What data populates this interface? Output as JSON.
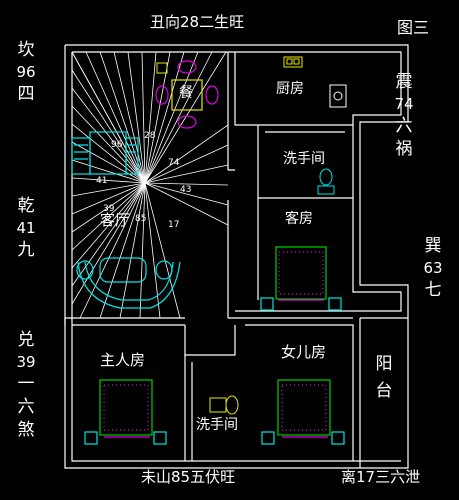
{
  "header": {
    "top_text": "丑向28二生旺",
    "figure_label": "图三"
  },
  "footer": {
    "bottom_left_text": "未山85五伏旺",
    "bottom_right_text": "离17三六泄"
  },
  "side_labels": {
    "kan": [
      "坎",
      "96",
      "四"
    ],
    "qian": [
      "乾",
      "41",
      "九"
    ],
    "dui": [
      "兑",
      "39",
      "一",
      "六",
      "煞"
    ],
    "zhen": [
      "震",
      "74",
      "六",
      "祸"
    ],
    "xun": [
      "巽",
      "63",
      "七"
    ]
  },
  "rooms": {
    "dining": "餐",
    "kitchen": "厨房",
    "bath_top": "洗手间",
    "living": "客厅",
    "guest": "客房",
    "master": "主人房",
    "daughter": "女儿房",
    "bath_bottom": "洗手间",
    "balcony": "阳台"
  },
  "compass_degrees": {
    "d28": "28",
    "d74": "74",
    "d43": "43",
    "d96": "96",
    "d41": "41",
    "d39": "39",
    "d85": "85",
    "d17": "17"
  },
  "colors": {
    "wall": "#ffffff",
    "furniture_cyan": "#00e5e5",
    "furniture_green": "#00d000",
    "furniture_yellow": "#e8e800",
    "furniture_magenta": "#e000e0"
  }
}
